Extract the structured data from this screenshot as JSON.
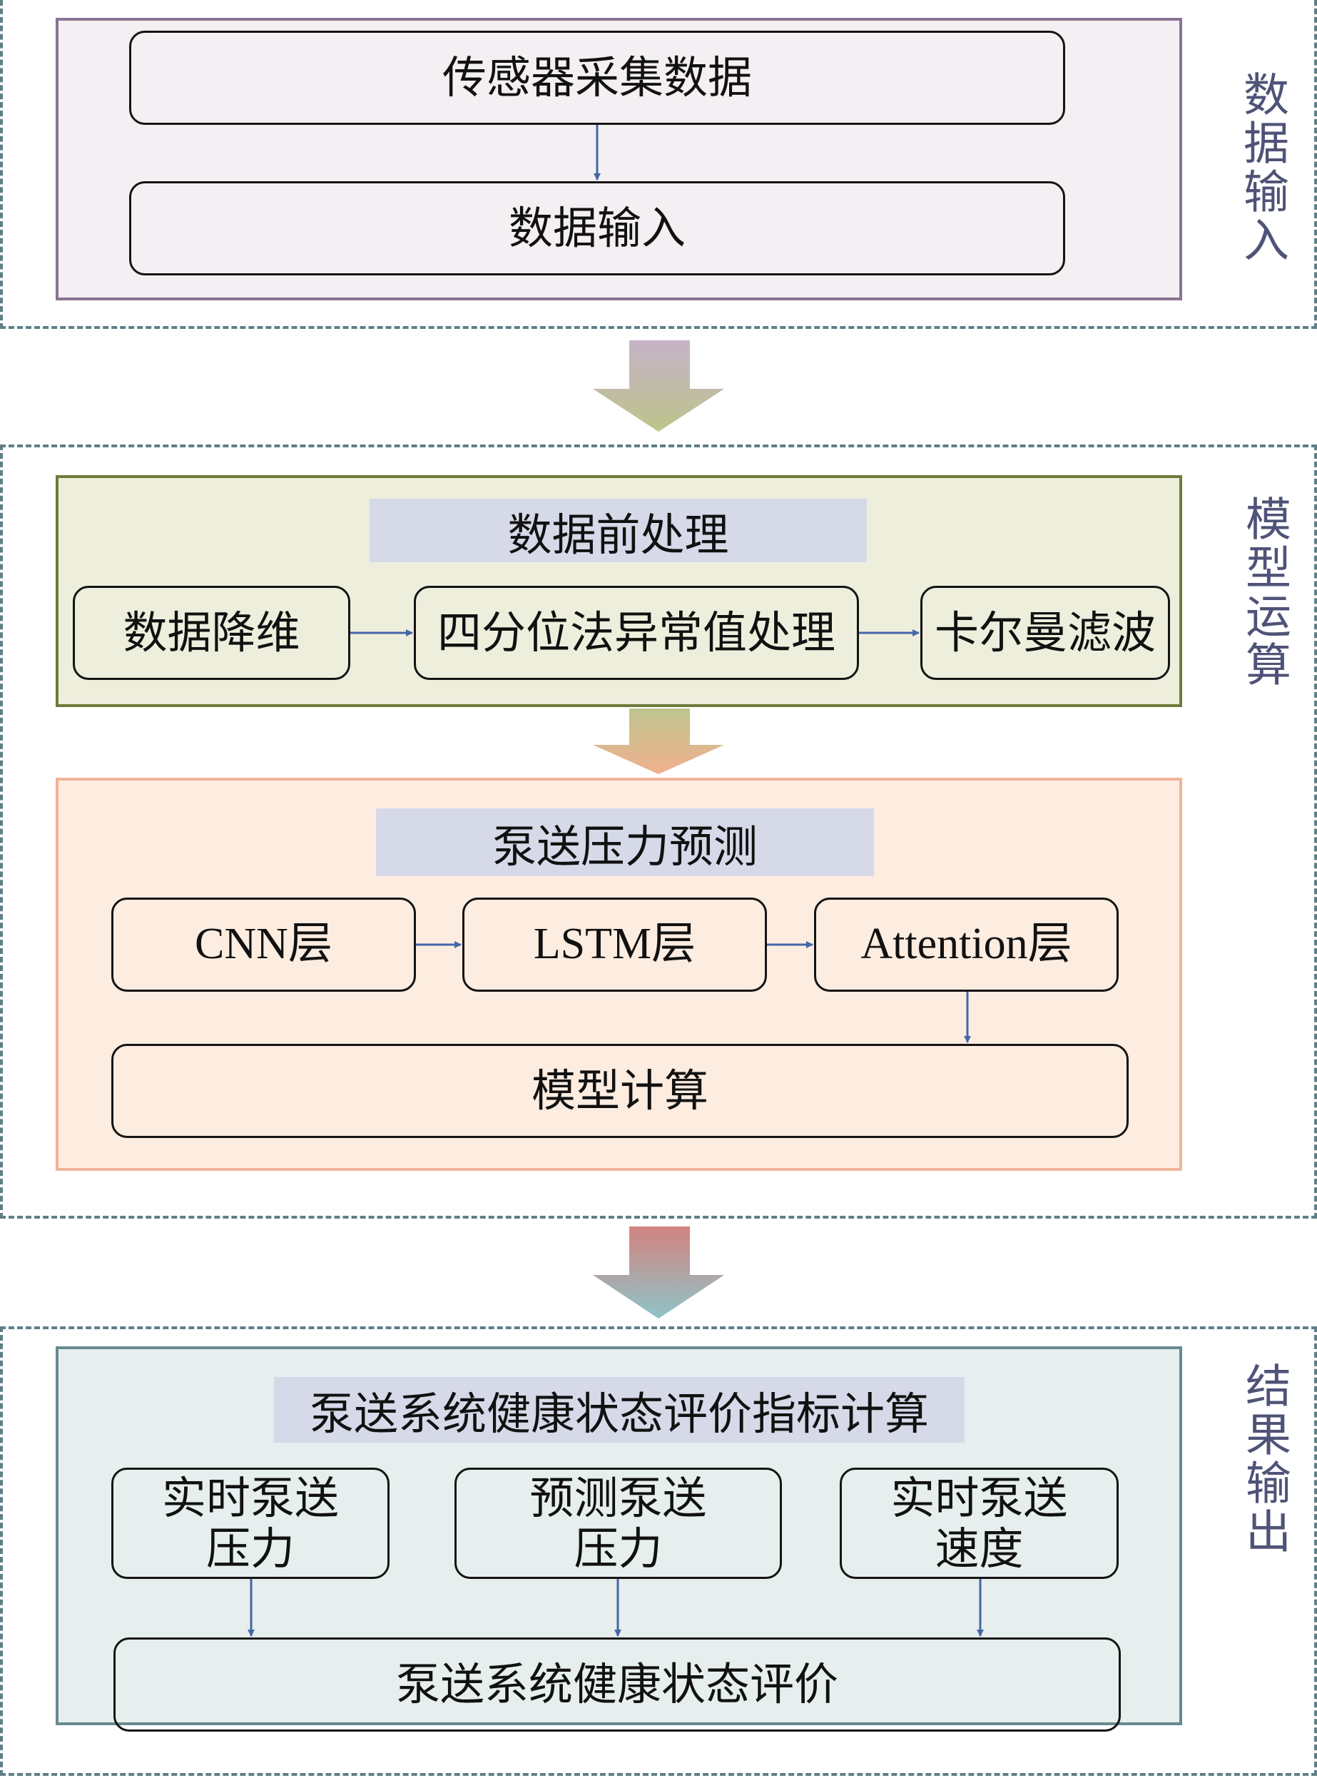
{
  "sections": {
    "input": {
      "side_label": "数据输入",
      "nodes": [
        "传感器采集数据",
        "数据输入"
      ]
    },
    "model": {
      "side_label": "模型运算",
      "preprocess": {
        "header": "数据前处理",
        "nodes": [
          "数据降维",
          "四分位法异常值处理",
          "卡尔曼滤波"
        ]
      },
      "prediction": {
        "header": "泵送压力预测",
        "nodes": [
          "CNN层",
          "LSTM层",
          "Attention层"
        ],
        "output_node": "模型计算"
      }
    },
    "output": {
      "side_label": "结果输出",
      "header": "泵送系统健康状态评价指标计算",
      "nodes": [
        "实时泵送\n压力",
        "预测泵送\n压力",
        "实时泵送\n速度"
      ],
      "final_node": "泵送系统健康状态评价"
    }
  },
  "colors": {
    "arrow_line": "#4466a8",
    "dashed_border": "#5f7f86",
    "side_label": "#4f5377",
    "header_fill": "#d6d9e8",
    "input_panel": "#f4eff2",
    "preprocess_panel": "#eeeedd",
    "prediction_panel": "#fdece0",
    "output_panel": "#e6eeee"
  }
}
